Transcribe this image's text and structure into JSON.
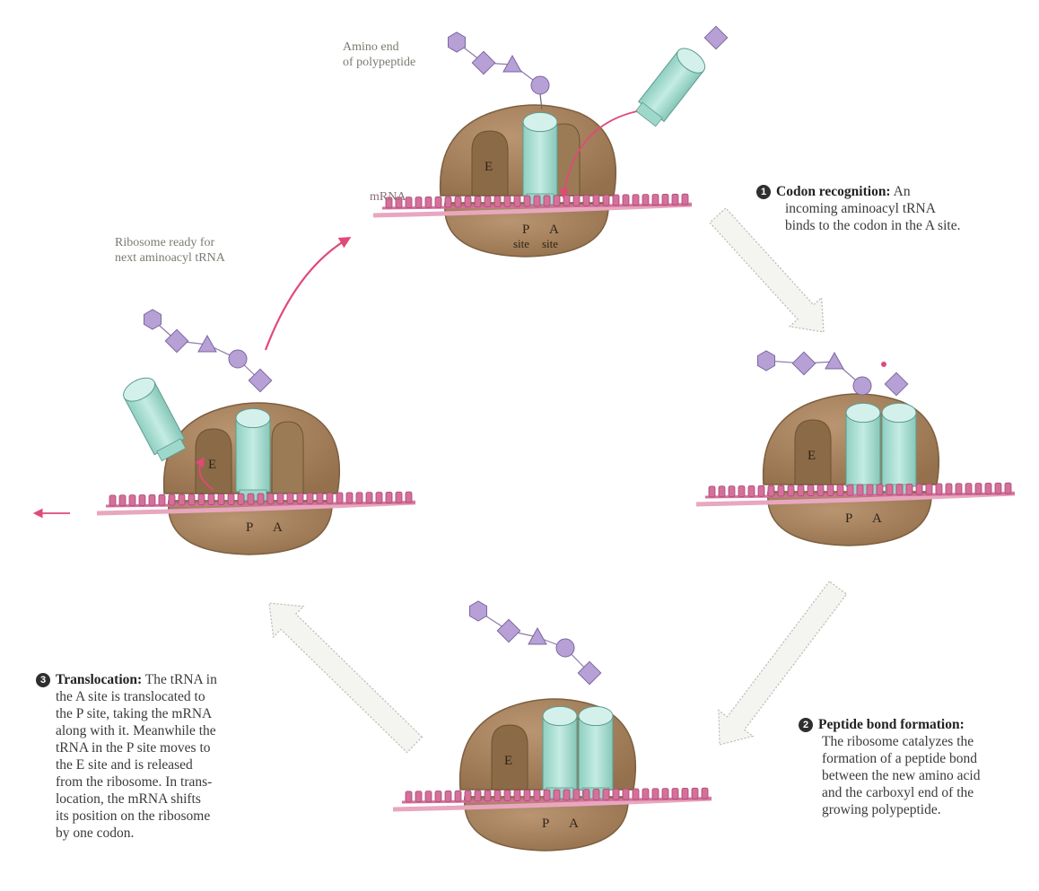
{
  "labels": {
    "amino_end_line1": "Amino end",
    "amino_end_line2": "of polypeptide",
    "mrna": "mRNA",
    "p_site_letter": "P",
    "a_site_letter": "A",
    "site_word": "site",
    "e_site_letter": "E",
    "ready_line1": "Ribosome ready for",
    "ready_line2": "next aminoacyl tRNA"
  },
  "steps": [
    {
      "number": "1",
      "title": "Codon recognition:",
      "text_first": " An",
      "lines": [
        "incoming aminoacyl tRNA",
        "binds to the codon in the A site."
      ]
    },
    {
      "number": "2",
      "title": "Peptide bond formation:",
      "text_first": "",
      "lines": [
        "The ribosome catalyzes the",
        "formation of a peptide bond",
        "between the new amino acid",
        "and the carboxyl end of the",
        "growing polypeptide."
      ]
    },
    {
      "number": "3",
      "title": "Translocation:",
      "text_first": " The tRNA in",
      "lines": [
        "the A site is translocated to",
        "the P site, taking the mRNA",
        "along with it. Meanwhile the",
        "tRNA in the P site moves to",
        "the E site and is released",
        "from the ribosome. In trans-",
        "location, the mRNA shifts",
        "its position on the ribosome",
        "by one codon."
      ]
    }
  ],
  "colors": {
    "ribosome": "#a8845f",
    "ribosome_shadow": "#7d5f40",
    "trna": "#aee0d4",
    "mrna": "#d4709a",
    "peptide": "#b7a0d6",
    "arrow_fill": "#f4f4f0",
    "pink_arrow": "#e04a78"
  }
}
